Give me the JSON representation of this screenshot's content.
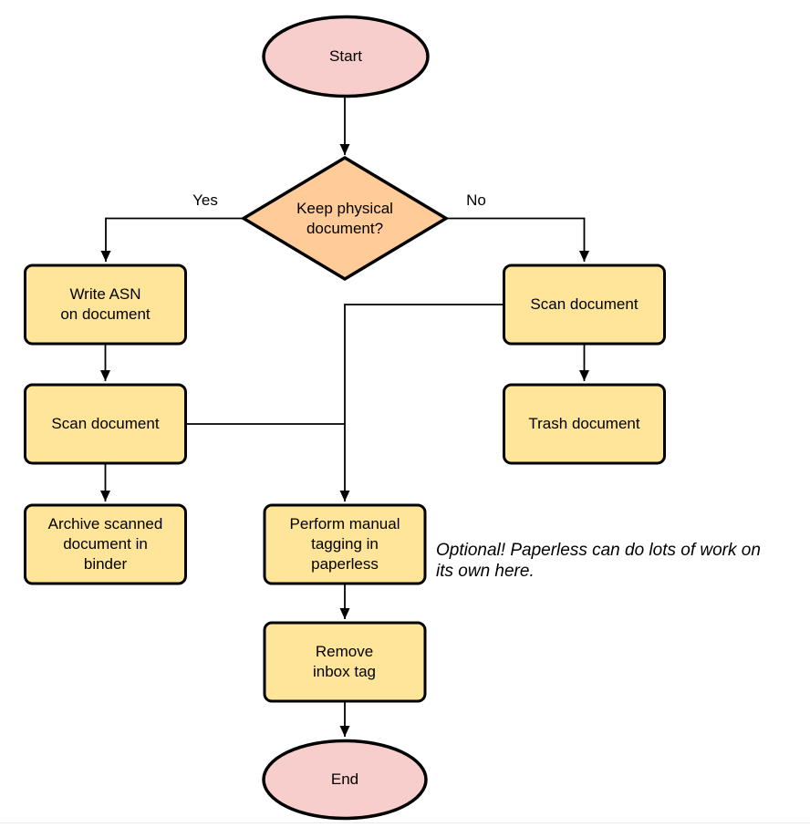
{
  "diagram": {
    "nodes": {
      "start": "Start",
      "decision": "Keep physical\ndocument?",
      "write_asn": "Write ASN\non document",
      "scan_left": "Scan document",
      "archive": "Archive scanned\ndocument in\nbinder",
      "scan_right": "Scan document",
      "trash": "Trash document",
      "tagging": "Perform manual\ntagging in\npaperless",
      "remove_inbox": "Remove\ninbox tag",
      "end": "End"
    },
    "edge_labels": {
      "yes": "Yes",
      "no": "No"
    },
    "annotation": "Optional! Paperless can do lots of work on\nits own here.",
    "colors": {
      "terminal_fill": "#F8CECC",
      "decision_fill": "#FFCC99",
      "process_fill": "#FFE599",
      "stroke": "#000000",
      "edge": "#000000"
    }
  }
}
